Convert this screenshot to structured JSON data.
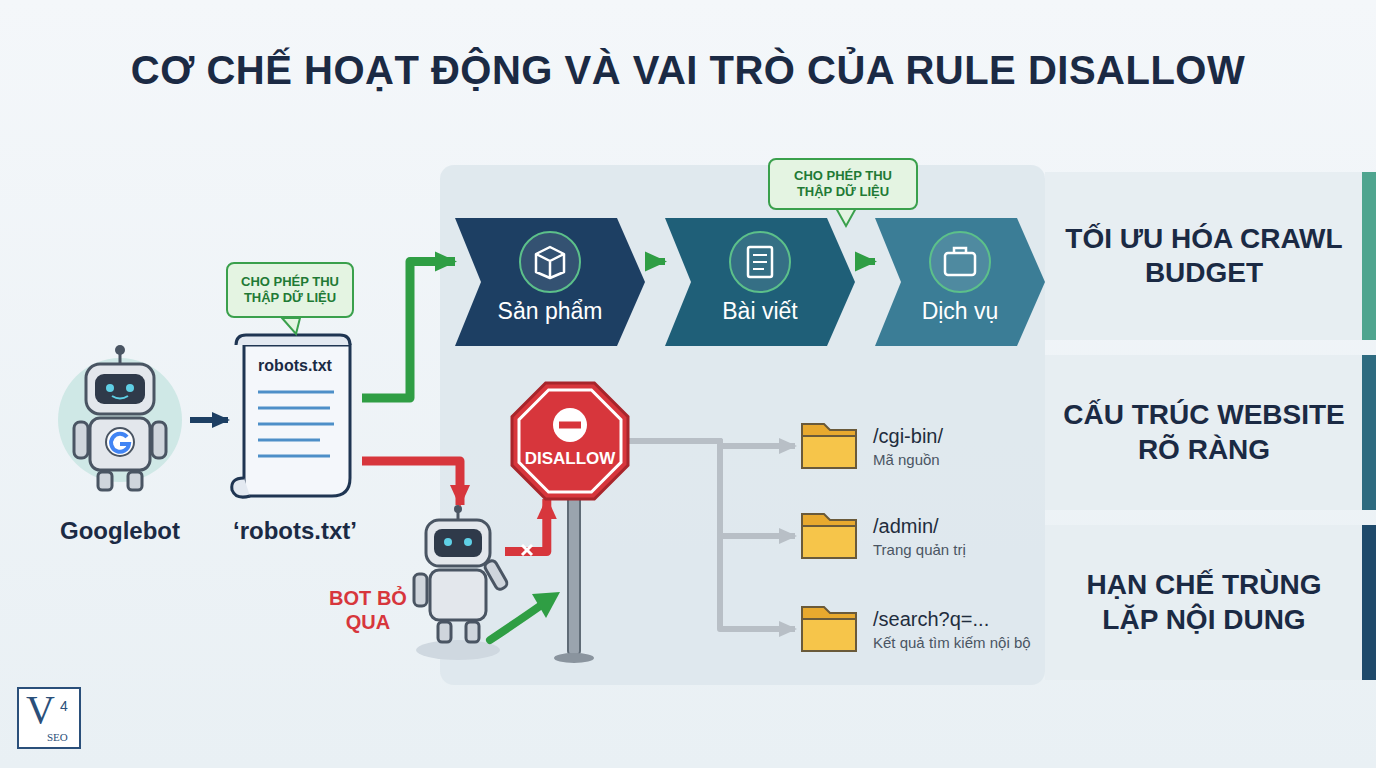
{
  "diagram": {
    "title": "CƠ CHẾ HOẠT ĐỘNG VÀ VAI TRÒ CỦA RULE DISALLOW",
    "nodes": [
      {
        "text": [
          "Googlebot"
        ]
      },
      {
        "text": [
          "robots.txt",
          "‘robots.txt’"
        ]
      },
      {
        "text": [
          "CHO PHÉP THU THẬP DỮ LIỆU"
        ]
      },
      {
        "text": [
          "Sản phẩm"
        ]
      },
      {
        "text": [
          "Bài viết"
        ]
      },
      {
        "text": [
          "Dịch vụ"
        ]
      },
      {
        "text": [
          "CHO PHÉP THU THẬP DỮ LIỆU"
        ]
      },
      {
        "text": [
          "DISALLOW"
        ]
      },
      {
        "text": [
          "BOT BỎ QUA"
        ]
      },
      {
        "text": [
          "/cgi-bin/",
          "Mã nguồn"
        ]
      },
      {
        "text": [
          "/admin/",
          "Trang quản trị"
        ]
      },
      {
        "text": [
          "/search?q=...",
          "Kết quả tìm kiếm nội bộ"
        ]
      },
      {
        "text": [
          "TỐI ƯU HÓA CRAWL BUDGET"
        ]
      },
      {
        "text": [
          "CẤU TRÚC WEBSITE RÕ RÀNG"
        ]
      },
      {
        "text": [
          "HẠN CHẾ TRÙNG LẶP NỘI DUNG"
        ]
      }
    ],
    "edges": [
      {
        "from": 0,
        "to": 1,
        "arrow": "to"
      },
      {
        "from": 1,
        "to": 3,
        "arrow": "to"
      },
      {
        "from": 3,
        "to": 4,
        "arrow": "to"
      },
      {
        "from": 4,
        "to": 5,
        "arrow": "to"
      },
      {
        "from": 1,
        "to": 8,
        "arrow": "to"
      },
      {
        "from": 8,
        "to": 7,
        "arrow": "to"
      },
      {
        "from": 7,
        "to": 9,
        "arrow": "to"
      },
      {
        "from": 7,
        "to": 10,
        "arrow": "to"
      },
      {
        "from": 7,
        "to": 11,
        "arrow": "to"
      }
    ],
    "labels": [
      "V",
      "4",
      "SEO"
    ]
  }
}
